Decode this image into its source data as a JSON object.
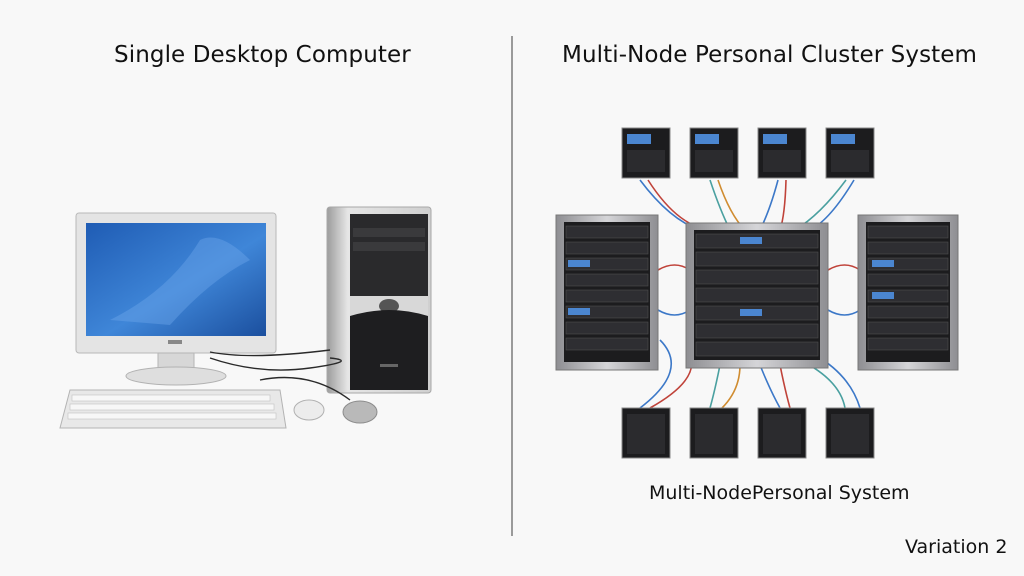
{
  "left_panel": {
    "title": "Single Desktop Computer"
  },
  "right_panel": {
    "title": "Multi-Node Personal Cluster System",
    "caption": "Multi-NodePersonal System"
  },
  "footer": {
    "variation_label": "Variation 2"
  },
  "colors": {
    "background": "#f8f8f8",
    "divider": "#9a9a9a",
    "monitor_screen": "#2f6fc4",
    "rack_body": "#1c1c1e",
    "cable_blue": "#3c78c8",
    "cable_red": "#c0433a"
  },
  "icons": [
    "monitor-icon",
    "tower-icon",
    "keyboard-icon",
    "mouse-icon",
    "server-rack-icon",
    "network-switch-icon"
  ]
}
